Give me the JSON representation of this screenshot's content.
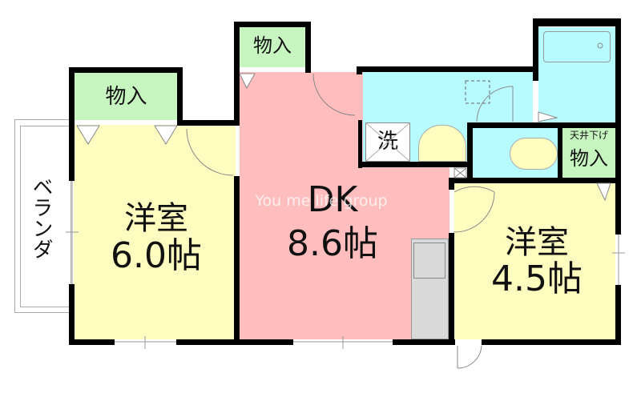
{
  "floorplan": {
    "colors": {
      "western_room": "#fffcc0",
      "dk": "#ffbdbd",
      "storage": "#c7f5c0",
      "wet_area": "#b8fbff",
      "kitchen_counter": "#d9d9d9",
      "wall": "#000000"
    },
    "rooms": {
      "storage_left": {
        "label": "物入"
      },
      "storage_top": {
        "label": "物入"
      },
      "storage_right": {
        "label": "物入",
        "sublabel": "天井下げ"
      },
      "western_room_1": {
        "label": "洋室",
        "size": "6.0帖"
      },
      "western_room_2": {
        "label": "洋室",
        "size": "4.5帖"
      },
      "dk": {
        "label": "DK",
        "size": "8.6帖"
      },
      "balcony": {
        "label": "ベランダ"
      },
      "washer": {
        "label": "洗"
      }
    },
    "watermark": "You me life group"
  }
}
